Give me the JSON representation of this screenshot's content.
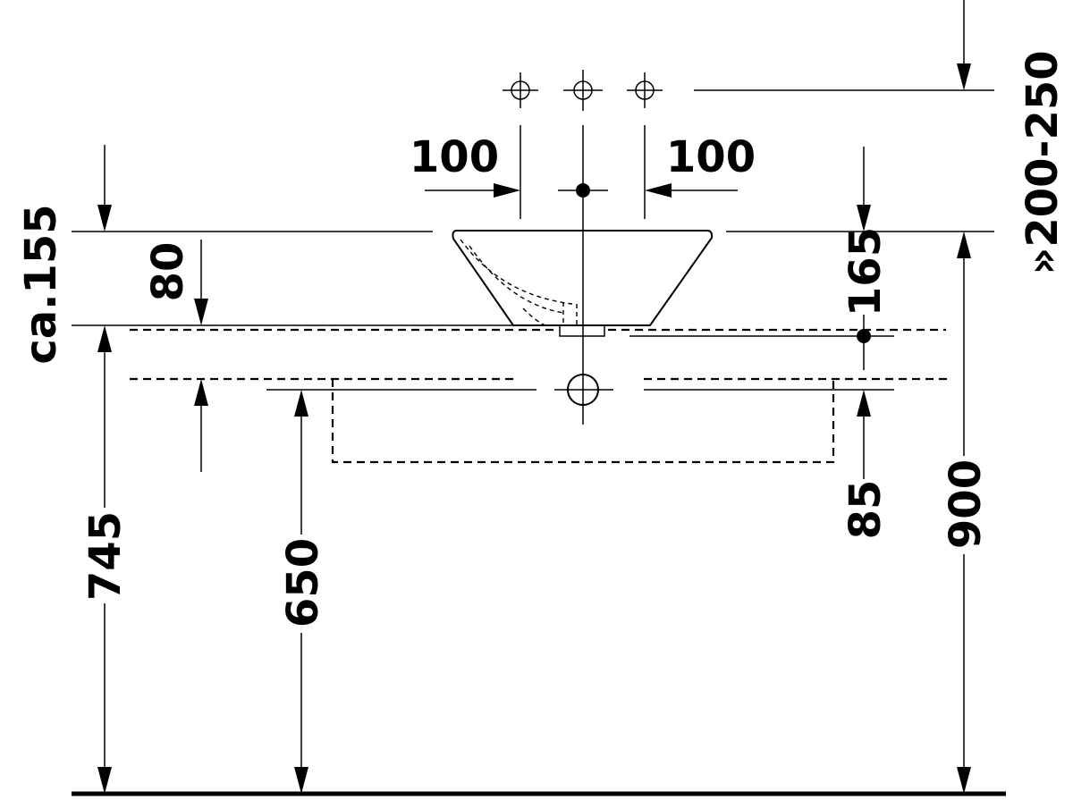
{
  "dimensions": {
    "spacing_left": "100",
    "spacing_right": "100",
    "tap_height": "»200-250",
    "bowl_height": "ca.155",
    "bowl_base_drop": "80",
    "overflow_offset": "165",
    "counter_height": "745",
    "trap_height": "650",
    "trap_offset": "85",
    "rim_height": "900"
  }
}
